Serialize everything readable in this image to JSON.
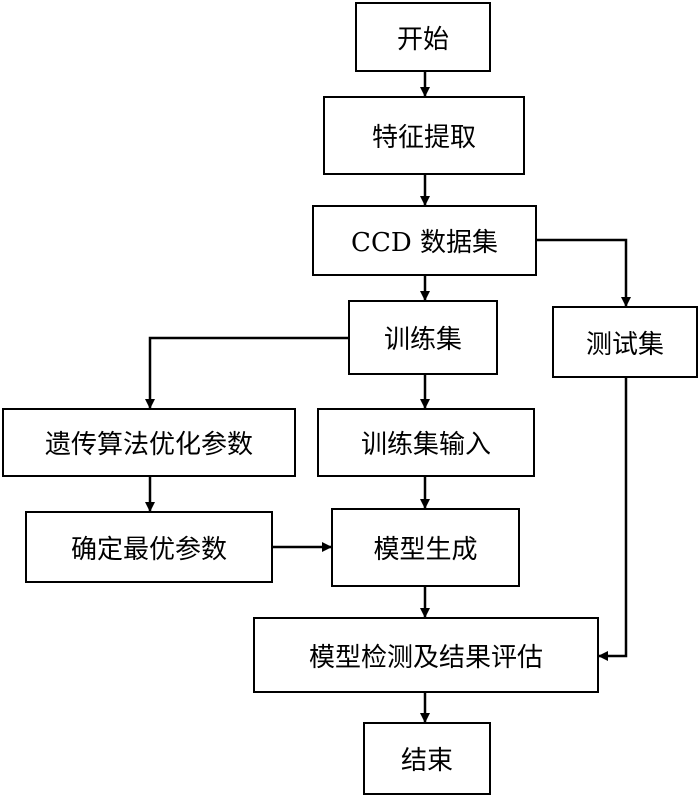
{
  "nodes": {
    "start": "开始",
    "feature": "特征提取",
    "dataset": "CCD 数据集",
    "train": "训练集",
    "test": "测试集",
    "ga": "遗传算法优化参数",
    "train_input": "训练集输入",
    "best_params": "确定最优参数",
    "model_gen": "模型生成",
    "eval": "模型检测及结果评估",
    "end": "结束"
  }
}
